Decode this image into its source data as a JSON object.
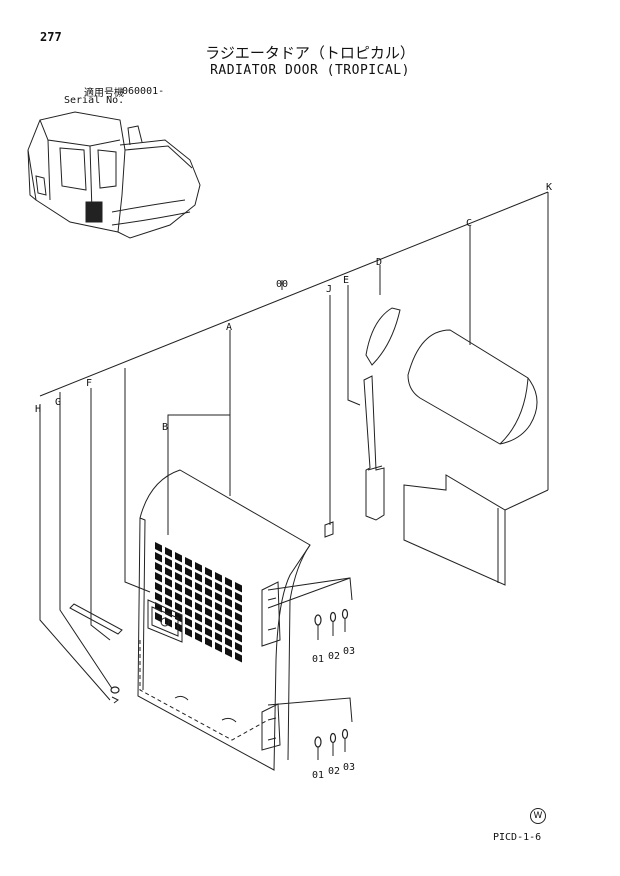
{
  "header": {
    "page_number": "277",
    "title_jp": "ラジエータドア（トロピカル）",
    "title_en": "RADIATOR DOOR (TROPICAL)",
    "serial_label_jp": "適用号機",
    "serial_label_en": "Serial No.",
    "serial_value": "060001-"
  },
  "callouts": {
    "assembly": "00",
    "A": "A",
    "B": "B",
    "C": "C",
    "D": "D",
    "E": "E",
    "F": "F",
    "G": "G",
    "H": "H",
    "J": "J",
    "K": "K"
  },
  "hardware_upper": [
    "01",
    "02",
    "03"
  ],
  "hardware_lower": [
    "01",
    "02",
    "03"
  ],
  "footer": {
    "mark": "W",
    "doc_code": "PICD-1-6"
  }
}
